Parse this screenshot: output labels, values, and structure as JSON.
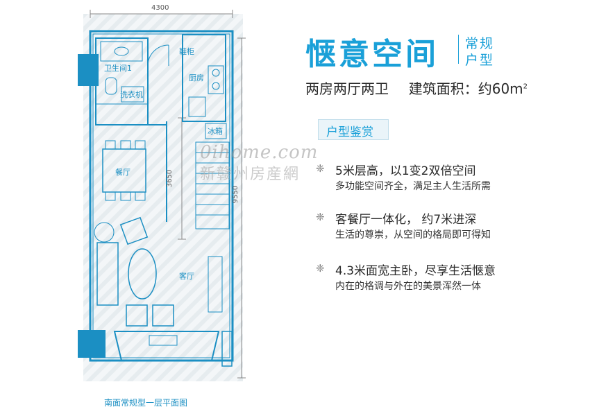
{
  "plan": {
    "dim_top": "4300",
    "dim_inner": "3650",
    "dim_side": "9550",
    "rooms": {
      "bathroom": "卫生间1",
      "shoe_cabinet": "鞋柜",
      "washer": "洗衣机",
      "kitchen": "厨房",
      "fridge": "冰箱",
      "dining": "餐厅",
      "living": "客厅"
    },
    "caption": "南面常规型一层平面图"
  },
  "watermark": {
    "line1": "0ihome.com",
    "line2": "新赣州房産網"
  },
  "header": {
    "title": "惬意空间",
    "tag_line1": "常规",
    "tag_line2": "户型",
    "summary_rooms": "两房两厅两卫",
    "summary_area": "建筑面积：约60m",
    "summary_unit": "2"
  },
  "section": {
    "title": "户型鉴赏"
  },
  "features": [
    {
      "main": "5米层高，以1变2双倍空间",
      "sub": "多功能空间齐全，满足主人生活所需"
    },
    {
      "main": "客餐厅一体化，  约7米进深",
      "sub": "生活的尊崇，从空间的格局即可得知"
    },
    {
      "main": "4.3米面宽主卧，尽享生活惬意",
      "sub": "内在的格调与外在的美景浑然一体"
    }
  ],
  "colors": {
    "accent": "#1aa0d8",
    "plan_line": "#1b8fc3"
  },
  "icons": {
    "bullet": "snowflake-icon"
  }
}
